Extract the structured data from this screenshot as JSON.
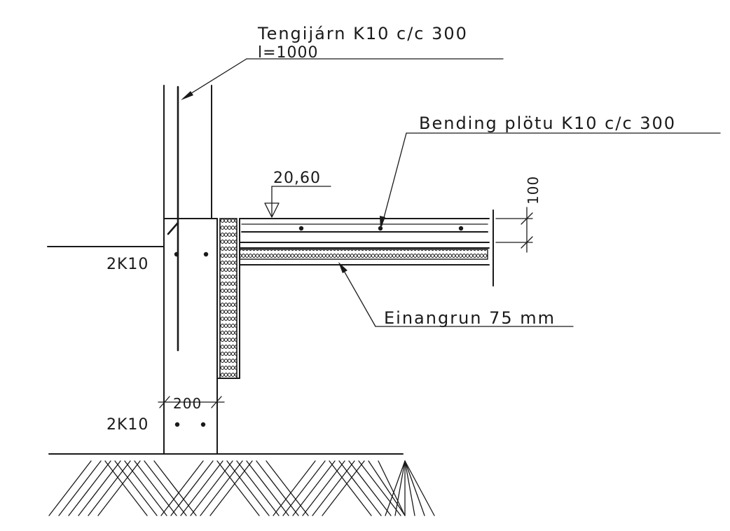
{
  "labels": {
    "tie_bar": "Tengijárn K10 c/c 300",
    "tie_length": "l=1000",
    "slab_rebar": "Bending plötu K10 c/c 300",
    "level": "20,60",
    "thickness": "100",
    "insulation": "Einangrun 75 mm",
    "upper_bars": "2K10",
    "wall_width": "200",
    "lower_bars": "2K10"
  }
}
